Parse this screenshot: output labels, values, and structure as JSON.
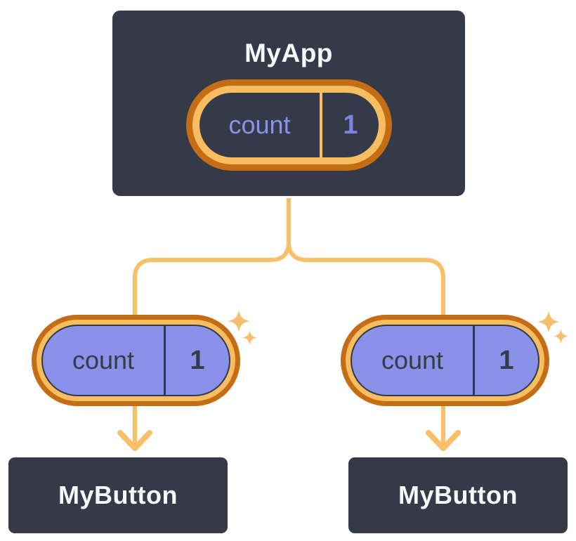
{
  "diagram": {
    "root": {
      "title": "MyApp",
      "state": {
        "label": "count",
        "value": "1"
      }
    },
    "children": [
      {
        "title": "MyButton",
        "prop": {
          "label": "count",
          "value": "1"
        }
      },
      {
        "title": "MyButton",
        "prop": {
          "label": "count",
          "value": "1"
        }
      }
    ]
  },
  "icons": {
    "sparkle_icon": "✦",
    "arrow_down_icon": "↓"
  },
  "colors": {
    "background": "#ffffff",
    "component_box_fill": "#343a47",
    "component_box_border": "#ffffff",
    "component_title_text": "#f7f8fa",
    "pill_ring_outer_orange": "#c56d15",
    "pill_ring_inner_orange": "#f8bc61",
    "connector_line_orange": "#f9be68",
    "sparkle_orange": "#f5be6c",
    "prop_pill_purple": "#8991e9",
    "prop_pill_outline": "#333a47",
    "prop_pill_text": "#343c49",
    "state_label_purple": "#8a91e6",
    "state_value_purple": "#7a82e2"
  }
}
